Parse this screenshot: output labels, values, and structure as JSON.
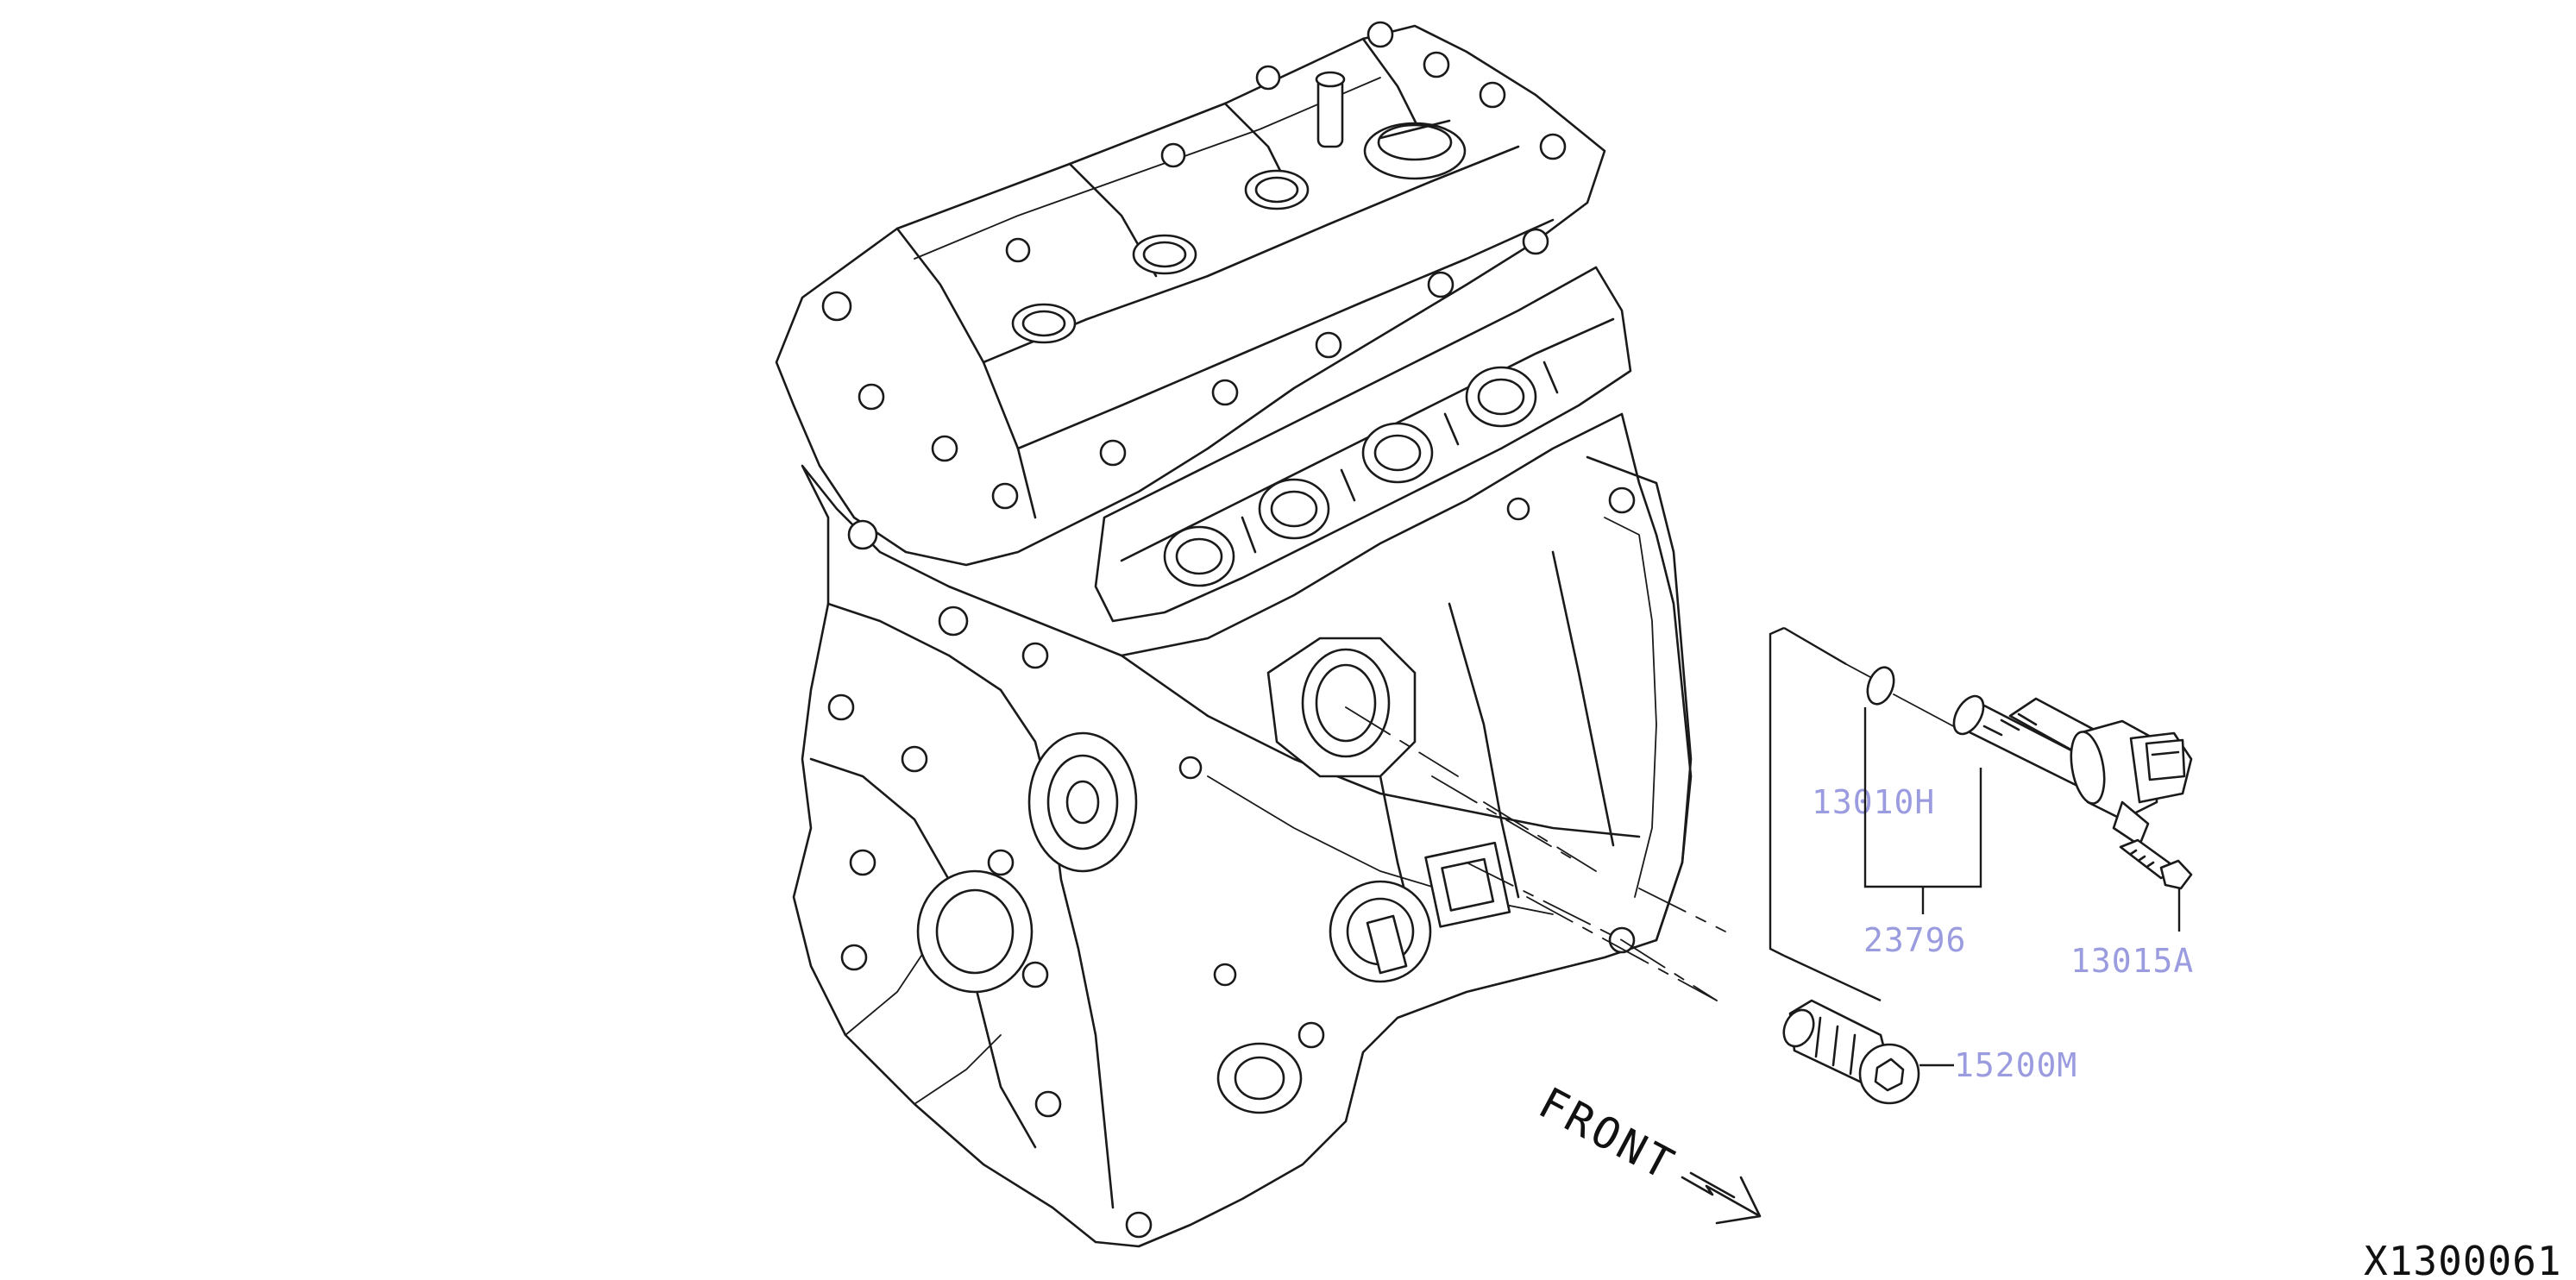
{
  "diagram": {
    "part_labels": [
      {
        "id": "oring",
        "text": "13010H"
      },
      {
        "id": "valve_assy",
        "text": "23796"
      },
      {
        "id": "bolt",
        "text": "13015A"
      },
      {
        "id": "filter",
        "text": "15200M"
      }
    ],
    "front_label": "FRONT",
    "drawing_id": "X1300061",
    "colors": {
      "ink": "#1a1a1a",
      "label": "#9b9be0",
      "background": "#ffffff"
    }
  }
}
